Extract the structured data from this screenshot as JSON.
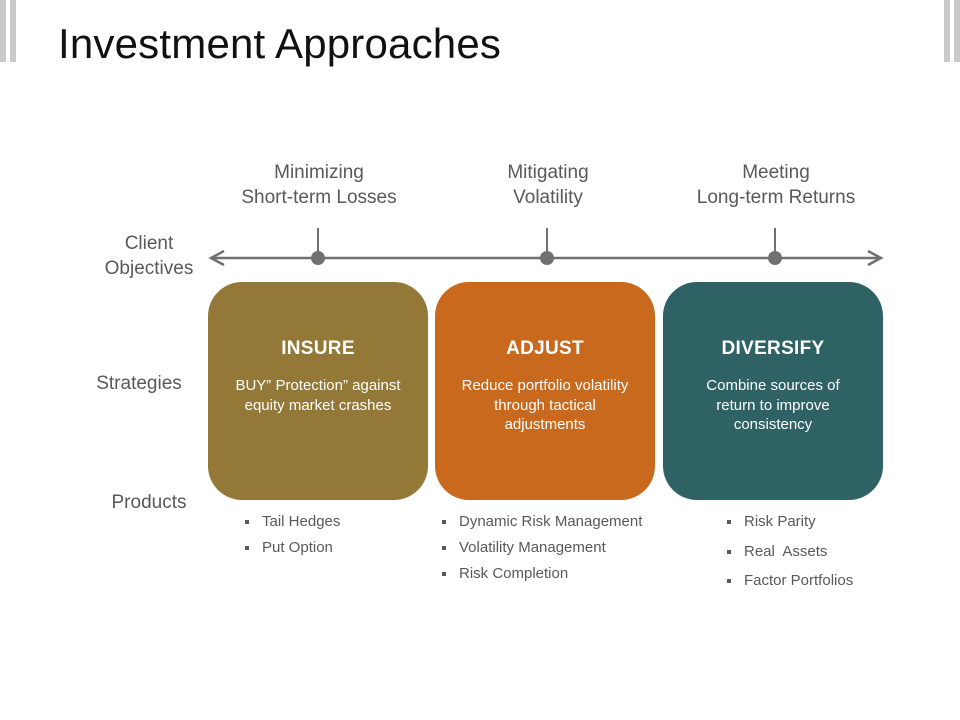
{
  "page": {
    "title": "Investment Approaches"
  },
  "labels": {
    "client_objectives": [
      "Client",
      "Objectives"
    ],
    "strategies": "Strategies",
    "products": "Products"
  },
  "objectives": [
    {
      "line1": "Minimizing",
      "line2": "Short-term Losses"
    },
    {
      "line1": "Mitigating",
      "line2": "Volatility"
    },
    {
      "line1": "Meeting",
      "line2": "Long-term Returns"
    }
  ],
  "strategies": [
    {
      "title": "INSURE",
      "desc": "BUY” Protection” against equity market crashes",
      "color": "#937838"
    },
    {
      "title": "ADJUST",
      "desc": "Reduce portfolio volatility through tactical adjustments",
      "color": "#c8691d"
    },
    {
      "title": "DIVERSIFY",
      "desc": "Combine sources of return to improve consistency",
      "color": "#2f6265"
    }
  ],
  "products": [
    [
      "Tail Hedges",
      "Put Option"
    ],
    [
      "Dynamic Risk Management",
      "Volatility Management",
      "Risk Completion"
    ],
    [
      "Risk Parity",
      "Real  Assets",
      "Factor Portfolios"
    ]
  ],
  "colors": {
    "axis": "#707070",
    "text": "#595959"
  }
}
